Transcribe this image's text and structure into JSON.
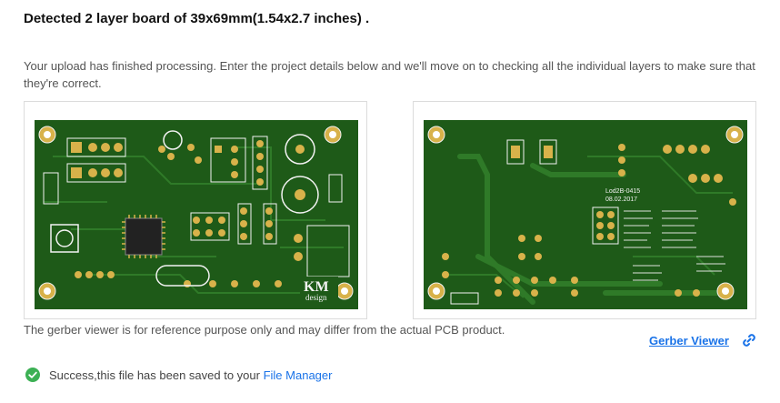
{
  "header": {
    "title": "Detected 2 layer board of 39x69mm(1.54x2.7 inches) ."
  },
  "description": "Your upload has finished processing. Enter the project details below and we'll move on to checking all the individual layers to make sure that they're correct.",
  "previews": {
    "top": {
      "logo_main": "KM",
      "logo_sub": "design",
      "pcb_color": "#1e5a18",
      "pad_color": "#d8b24a",
      "silk_color": "#f2f2f2"
    },
    "bottom": {
      "board_label": "Lod2B-0415",
      "board_date": "08.02.2017",
      "pcb_color": "#1e5a18",
      "pad_color": "#d8b24a",
      "silk_color": "#f2f2f2"
    }
  },
  "viewer_note": "The gerber viewer is for reference purpose only and may differ from the actual PCB product.",
  "gerber_viewer": {
    "label": "Gerber Viewer",
    "icon": "link-icon",
    "color": "#1a73e8"
  },
  "status": {
    "icon": "check-circle-icon",
    "color": "#3cb054",
    "message": "Success,this file has been saved to your",
    "link": "File Manager"
  }
}
